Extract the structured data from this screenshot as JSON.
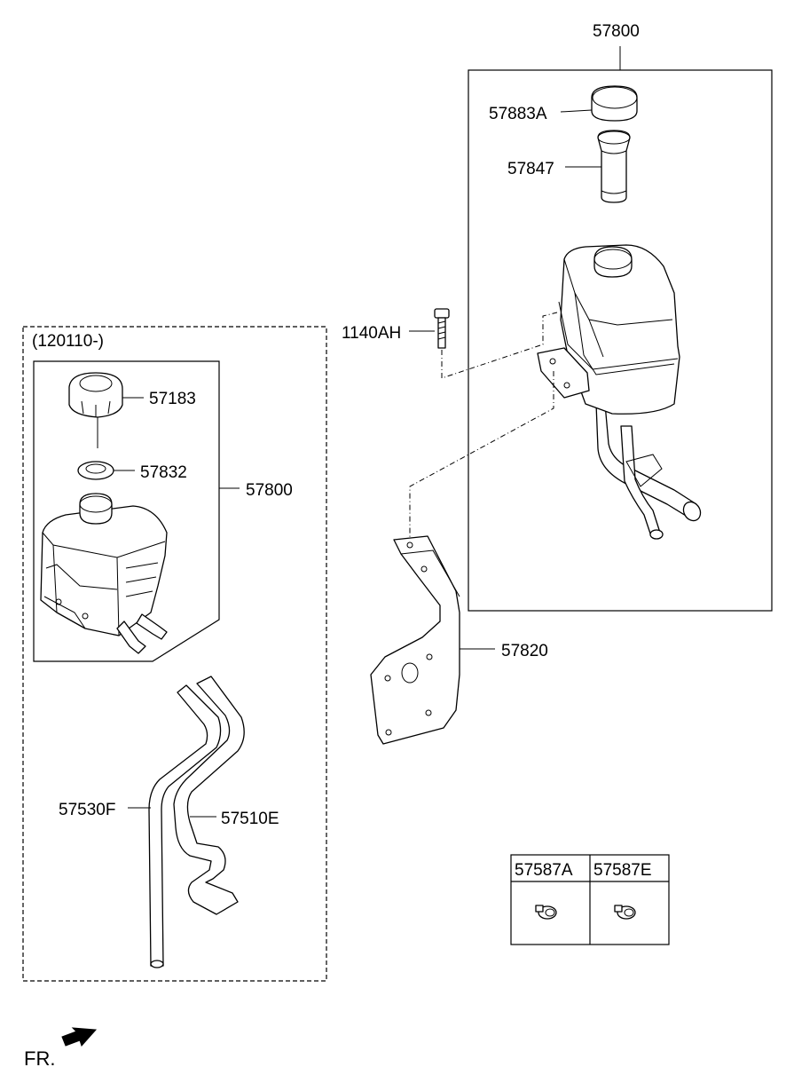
{
  "labels": {
    "assy_top": "57800",
    "cap_top": "57883A",
    "strainer": "57847",
    "bolt": "1140AH",
    "variant_note": "(120110-)",
    "cap_left": "57183",
    "seal_left": "57832",
    "assy_left": "57800",
    "bracket": "57820",
    "hose_return": "57530F",
    "hose_suction": "57510E",
    "clamp_a": "57587A",
    "clamp_e": "57587E",
    "front_mark": "FR."
  },
  "icons": [
    "arrow-front-icon"
  ]
}
